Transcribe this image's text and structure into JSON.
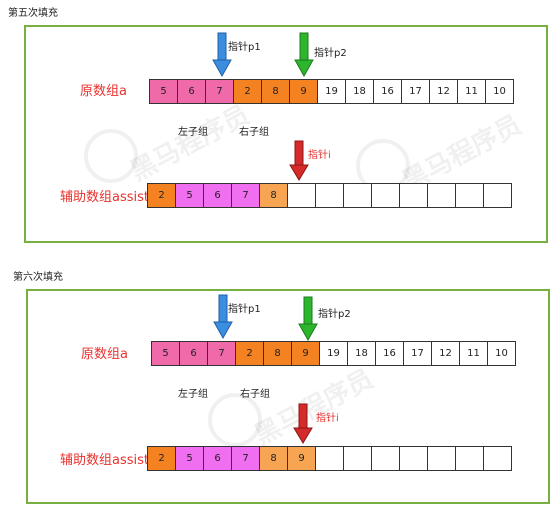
{
  "colors": {
    "pink": "#f06aaa",
    "orange": "#f58220",
    "light_orange": "#f8a553",
    "magenta": "#f06ef0",
    "white": "#ffffff",
    "border_green": "#76b041",
    "arrow_blue": "#3b8de0",
    "arrow_green": "#2db52d",
    "arrow_red": "#d42a2a",
    "label_red": "#e8322f"
  },
  "icons": {
    "p1": "arrow-down-icon",
    "p2": "arrow-down-icon",
    "i": "arrow-down-icon"
  },
  "sections": [
    {
      "title": "第五次填充",
      "pointer_p1": "指针p1",
      "pointer_p2": "指针p2",
      "pointer_i": "指针i",
      "array_a_label": "原数组a",
      "left_group": "左子组",
      "right_group": "右子组",
      "assist_label": "辅助数组assist",
      "array_a": [
        {
          "v": "5",
          "c": "pink"
        },
        {
          "v": "6",
          "c": "pink"
        },
        {
          "v": "7",
          "c": "pink"
        },
        {
          "v": "2",
          "c": "orange"
        },
        {
          "v": "8",
          "c": "orange"
        },
        {
          "v": "9",
          "c": "orange"
        },
        {
          "v": "19",
          "c": "white"
        },
        {
          "v": "18",
          "c": "white"
        },
        {
          "v": "16",
          "c": "white"
        },
        {
          "v": "17",
          "c": "white"
        },
        {
          "v": "12",
          "c": "white"
        },
        {
          "v": "11",
          "c": "white"
        },
        {
          "v": "10",
          "c": "white"
        }
      ],
      "assist": [
        {
          "v": "2",
          "c": "orange"
        },
        {
          "v": "5",
          "c": "magenta"
        },
        {
          "v": "6",
          "c": "magenta"
        },
        {
          "v": "7",
          "c": "magenta"
        },
        {
          "v": "8",
          "c": "light_orange"
        },
        {
          "v": "",
          "c": "white"
        },
        {
          "v": "",
          "c": "white"
        },
        {
          "v": "",
          "c": "white"
        },
        {
          "v": "",
          "c": "white"
        },
        {
          "v": "",
          "c": "white"
        },
        {
          "v": "",
          "c": "white"
        },
        {
          "v": "",
          "c": "white"
        },
        {
          "v": "",
          "c": "white"
        }
      ]
    },
    {
      "title": "第六次填充",
      "pointer_p1": "指针p1",
      "pointer_p2": "指针p2",
      "pointer_i": "指针i",
      "array_a_label": "原数组a",
      "left_group": "左子组",
      "right_group": "右子组",
      "assist_label": "辅助数组assist",
      "array_a": [
        {
          "v": "5",
          "c": "pink"
        },
        {
          "v": "6",
          "c": "pink"
        },
        {
          "v": "7",
          "c": "pink"
        },
        {
          "v": "2",
          "c": "orange"
        },
        {
          "v": "8",
          "c": "orange"
        },
        {
          "v": "9",
          "c": "orange"
        },
        {
          "v": "19",
          "c": "white"
        },
        {
          "v": "18",
          "c": "white"
        },
        {
          "v": "16",
          "c": "white"
        },
        {
          "v": "17",
          "c": "white"
        },
        {
          "v": "12",
          "c": "white"
        },
        {
          "v": "11",
          "c": "white"
        },
        {
          "v": "10",
          "c": "white"
        }
      ],
      "assist": [
        {
          "v": "2",
          "c": "orange"
        },
        {
          "v": "5",
          "c": "magenta"
        },
        {
          "v": "6",
          "c": "magenta"
        },
        {
          "v": "7",
          "c": "magenta"
        },
        {
          "v": "8",
          "c": "light_orange"
        },
        {
          "v": "9",
          "c": "light_orange"
        },
        {
          "v": "",
          "c": "white"
        },
        {
          "v": "",
          "c": "white"
        },
        {
          "v": "",
          "c": "white"
        },
        {
          "v": "",
          "c": "white"
        },
        {
          "v": "",
          "c": "white"
        },
        {
          "v": "",
          "c": "white"
        },
        {
          "v": "",
          "c": "white"
        }
      ]
    }
  ]
}
